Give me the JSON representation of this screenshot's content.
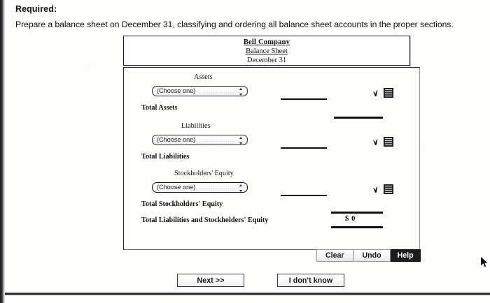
{
  "prompt": {
    "heading": "Required:",
    "instruction": "Prepare a balance sheet on December 31, classifying and ordering all balance sheet accounts in the proper sections."
  },
  "statement_header": {
    "company": "Bell Company",
    "title": "Balance Sheet",
    "date": "December 31"
  },
  "form": {
    "sections": [
      {
        "label": "Assets",
        "select_value": "(Choose one)",
        "total_label": "Total Assets",
        "entry_amount": "",
        "total_amount": ""
      },
      {
        "label": "Liabilities",
        "select_value": "(Choose one)",
        "total_label": "Total Liabilities",
        "entry_amount": "",
        "total_amount": ""
      },
      {
        "label": "Stockholders' Equity",
        "select_value": "(Choose one)",
        "total_label": "Total Stockholders' Equity",
        "entry_amount": "",
        "total_amount": ""
      }
    ],
    "grand_total": {
      "label": "Total Liabilities and Stockholders' Equity",
      "amount": "$ 0"
    },
    "row_icons": {
      "check": "check-mark-icon",
      "calculator": "calculator-icon"
    }
  },
  "toolbar": {
    "clear_label": "Clear",
    "undo_label": "Undo",
    "help_label": "Help"
  },
  "navigation": {
    "next_label": "Next >>",
    "dont_know_label": "I don't know"
  },
  "colors": {
    "page_background": "#fdfdfb",
    "ink": "#111111",
    "help_button_background": "#1c1c1c",
    "help_button_text": "#ffffff"
  }
}
